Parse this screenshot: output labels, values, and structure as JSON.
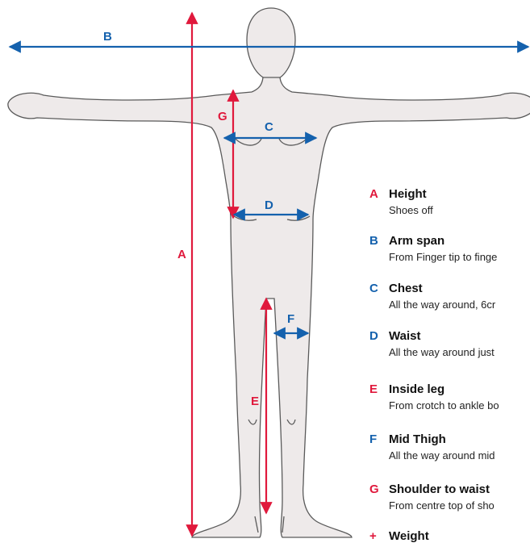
{
  "colors": {
    "red": "#e0193c",
    "blue": "#1461ad",
    "body_fill": "#eeeaea",
    "body_stroke": "#5a5a5a"
  },
  "diagram_labels": {
    "A": "A",
    "B": "B",
    "C": "C",
    "D": "D",
    "E": "E",
    "F": "F",
    "G": "G"
  },
  "legend": [
    {
      "letter": "A",
      "title": "Height",
      "desc": "Shoes off",
      "color": "red"
    },
    {
      "letter": "B",
      "title": "Arm span",
      "desc": "From Finger tip to finge",
      "color": "blue"
    },
    {
      "letter": "C",
      "title": "Chest",
      "desc": "All the way around, 6cr",
      "color": "blue"
    },
    {
      "letter": "D",
      "title": "Waist",
      "desc": "All the way around just",
      "color": "blue"
    },
    {
      "letter": "E",
      "title": "Inside leg",
      "desc": "From crotch to ankle bo",
      "color": "red"
    },
    {
      "letter": "F",
      "title": "Mid Thigh",
      "desc": "All the way around mid",
      "color": "blue"
    },
    {
      "letter": "G",
      "title": "Shoulder to waist",
      "desc": "From centre top of sho",
      "color": "red"
    },
    {
      "letter": "+",
      "title": "Weight",
      "desc": "",
      "color": "red"
    }
  ]
}
